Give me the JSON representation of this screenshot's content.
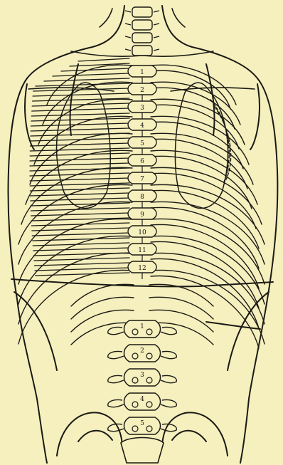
{
  "figure": {
    "paper_color": "#f6efbe",
    "ink_color": "#1a1a14",
    "thoracic_vertebra_labels": [
      "1",
      "2",
      "3",
      "4",
      "5",
      "6",
      "7",
      "8",
      "9",
      "10",
      "11",
      "12"
    ],
    "lumbar_vertebra_labels": [
      "1",
      "2",
      "3",
      "4",
      "5"
    ]
  }
}
